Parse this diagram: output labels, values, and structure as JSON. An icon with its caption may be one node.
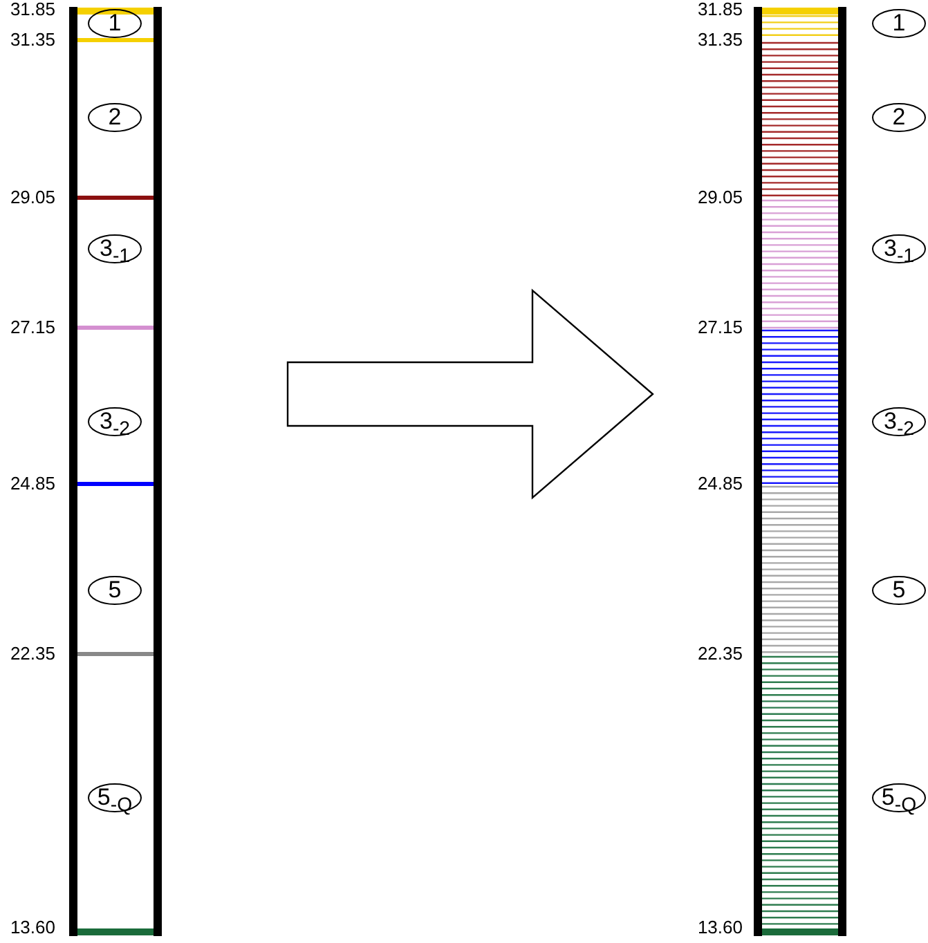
{
  "diagram": {
    "nodes": [
      {
        "text": [],
        "shape": "bar"
      },
      {
        "text": [
          "1"
        ],
        "in": 0
      },
      {
        "text": [
          "2"
        ],
        "in": 0
      },
      {
        "text": [
          "3$_{-1}$"
        ],
        "in": 0
      },
      {
        "text": [
          "3$_{-2}$"
        ],
        "in": 0
      },
      {
        "text": [
          "5"
        ],
        "in": 0
      },
      {
        "text": [
          "5$_{-Q}$"
        ],
        "in": 0
      },
      {
        "text": [],
        "shape": "bar"
      },
      {
        "text": [
          "1"
        ]
      },
      {
        "text": [
          "2"
        ]
      },
      {
        "text": [
          "3$_{-1}$"
        ]
      },
      {
        "text": [
          "3$_{-2}$"
        ]
      },
      {
        "text": [
          "5"
        ]
      },
      {
        "text": [
          "5$_{-Q}$"
        ]
      }
    ],
    "edges": [
      {
        "from": 0,
        "to": 7,
        "arrow": "to"
      }
    ],
    "labels": [
      "31.85",
      "31.35",
      "29.05",
      "27.15",
      "24.85",
      "22.35",
      "13.60",
      "31.85",
      "31.35",
      "29.05",
      "27.15",
      "24.85",
      "22.35",
      "13.60"
    ]
  }
}
